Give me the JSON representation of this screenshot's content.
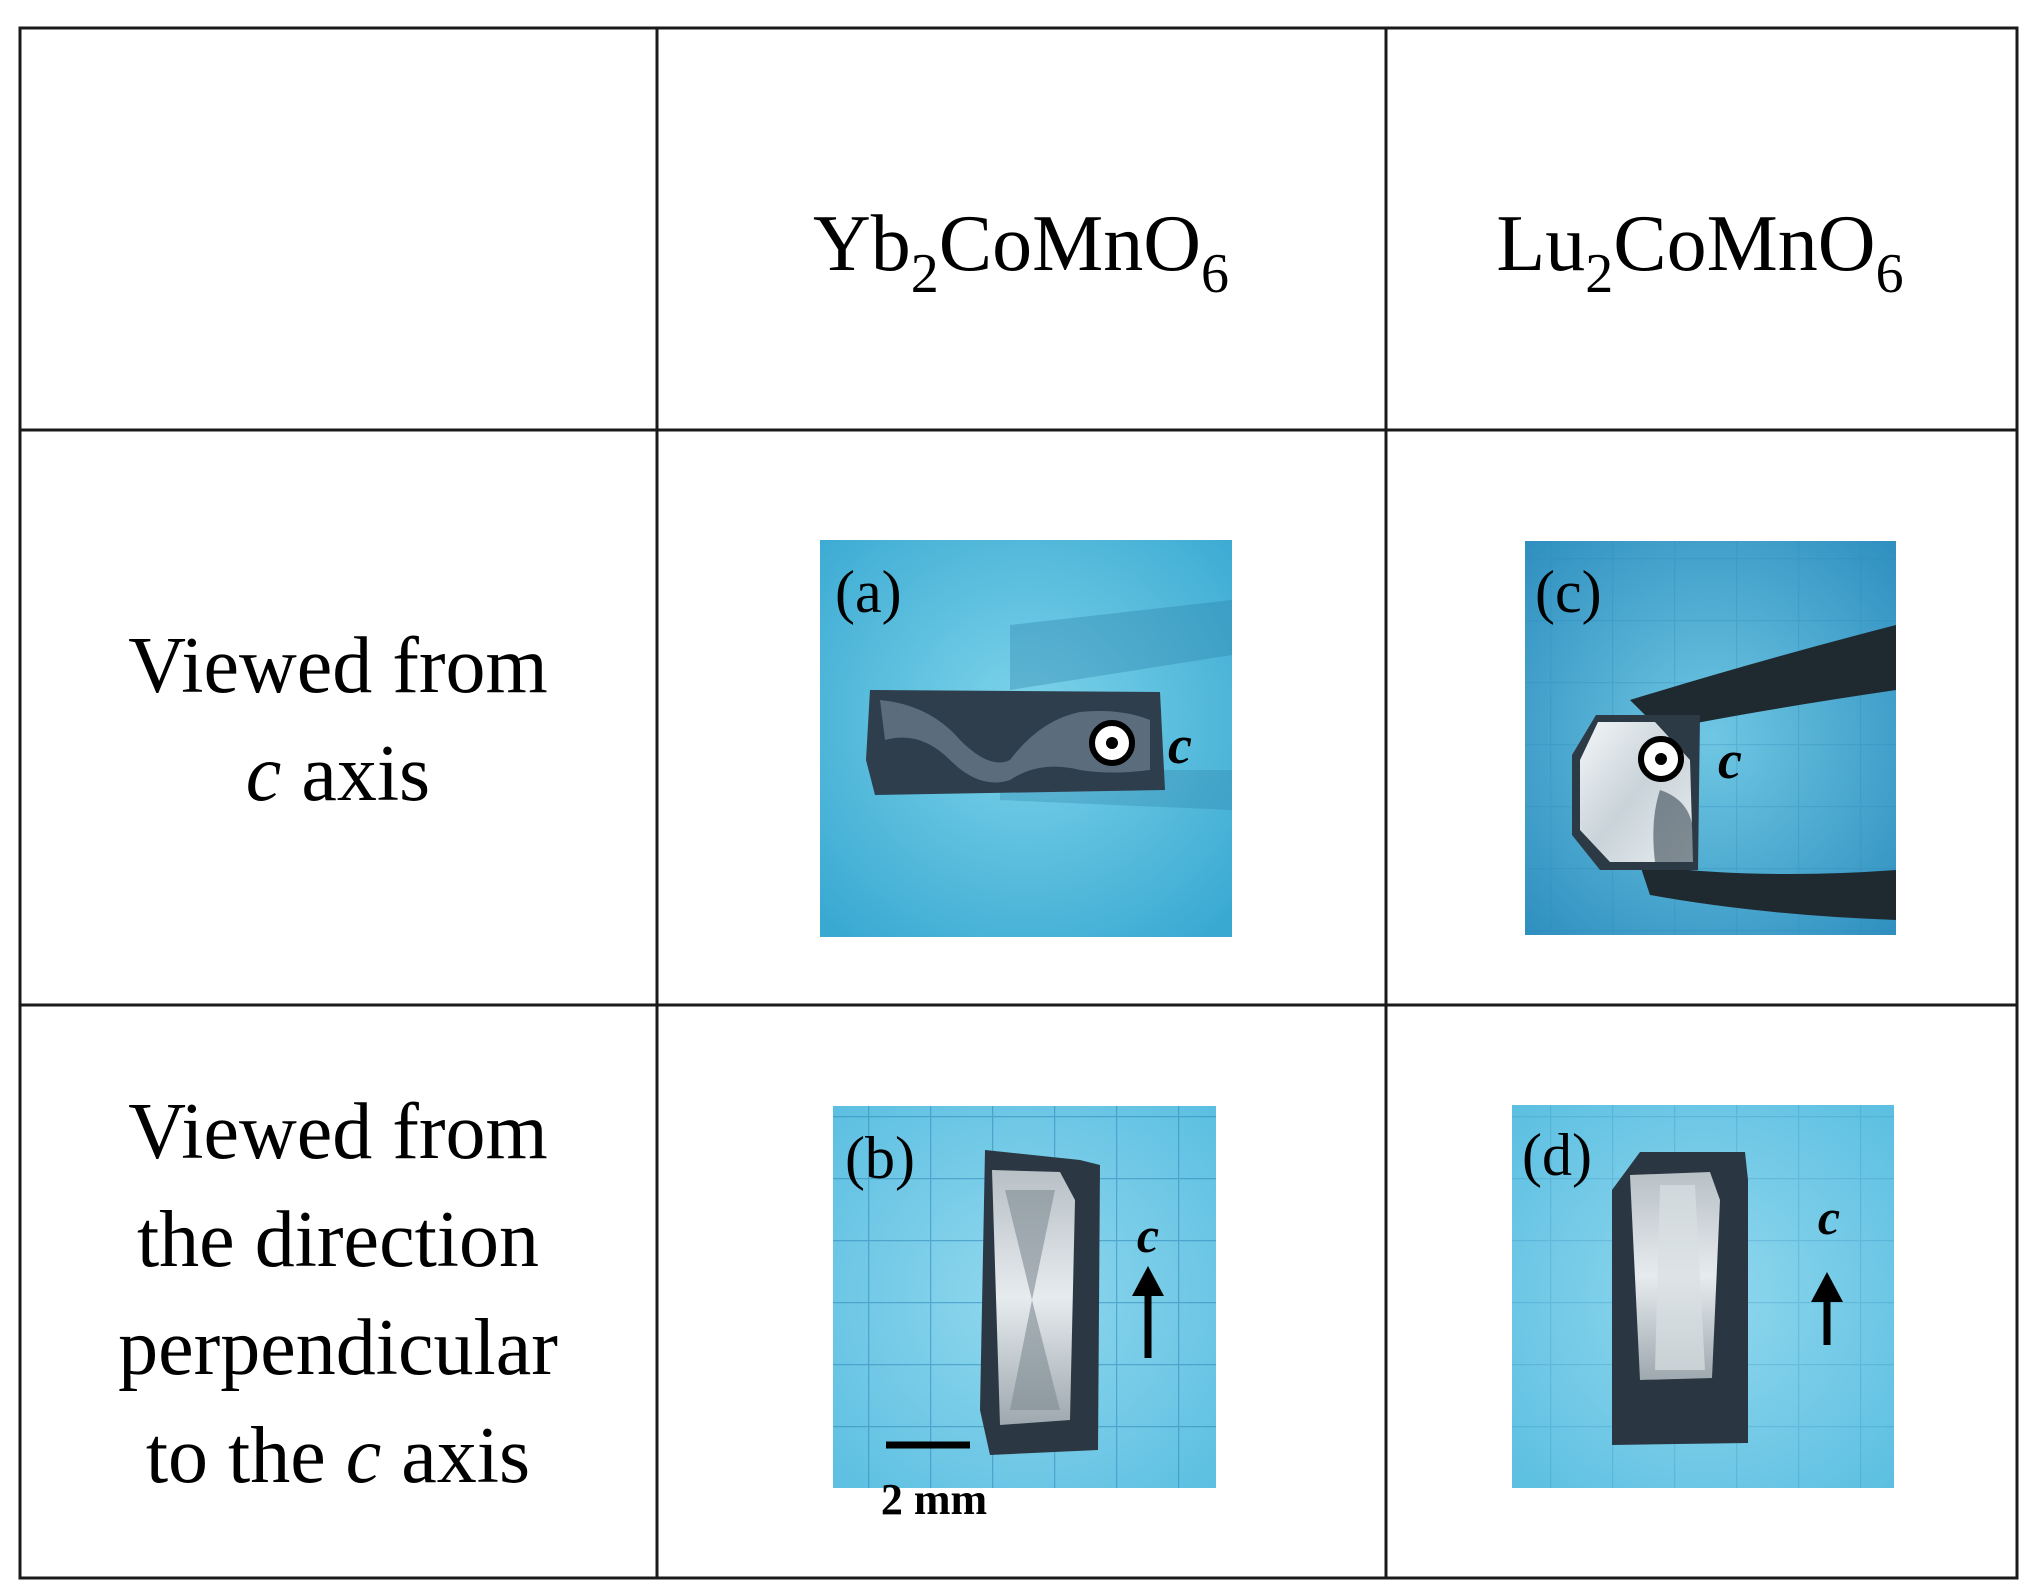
{
  "header": {
    "compounds": [
      {
        "base1": "Yb",
        "sub1": "2",
        "base2": "CoMnO",
        "sub2": "6"
      },
      {
        "base1": "Lu",
        "sub1": "2",
        "base2": "CoMnO",
        "sub2": "6"
      }
    ]
  },
  "rows": [
    {
      "lines": [
        {
          "parts": [
            {
              "t": "Viewed from",
              "i": false
            }
          ]
        },
        {
          "parts": [
            {
              "t": "c",
              "i": true
            },
            {
              "t": " axis",
              "i": false
            }
          ]
        }
      ]
    },
    {
      "lines": [
        {
          "parts": [
            {
              "t": "Viewed from",
              "i": false
            }
          ]
        },
        {
          "parts": [
            {
              "t": "the direction",
              "i": false
            }
          ]
        },
        {
          "parts": [
            {
              "t": "perpendicular",
              "i": false
            }
          ]
        },
        {
          "parts": [
            {
              "t": "to the ",
              "i": false
            },
            {
              "t": "c",
              "i": true
            },
            {
              "t": " axis",
              "i": false
            }
          ]
        }
      ]
    }
  ],
  "panels": {
    "a": {
      "label": "(a)",
      "axis": "c"
    },
    "b": {
      "label": "(b)",
      "axis": "c",
      "scale_bar": "2 mm"
    },
    "c": {
      "label": "(c)",
      "axis": "c"
    },
    "d": {
      "label": "(d)",
      "axis": "c"
    }
  },
  "colors": {
    "border": "#1a1a1a",
    "photo_blue": "#5ec3df",
    "photo_blue_light": "#9adcef",
    "crystal_dark": "#2d3a46",
    "tweezer": "#1f2a30",
    "arrow": "#000000"
  }
}
